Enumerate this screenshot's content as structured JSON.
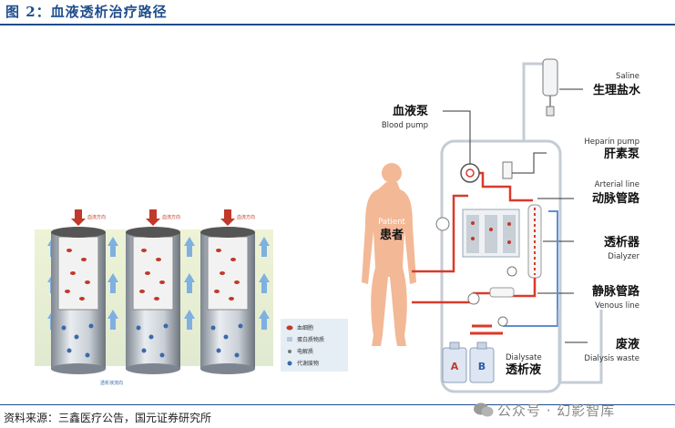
{
  "figure": {
    "title": "图 2：血液透析治疗路径",
    "source": "资料来源：三鑫医疗公告，国元证券研究所",
    "watermark": "公众号 · 幻影智库"
  },
  "left_panel": {
    "flow_labels": [
      "血流方向",
      "血流方向",
      "血流方向"
    ],
    "dialysate_flow_label": "透析液流向",
    "legend": [
      "血细胞",
      "蛋白质物质",
      "电解质",
      "代谢废物"
    ]
  },
  "right_panel": {
    "saline": {
      "en": "Saline",
      "zh": "生理盐水"
    },
    "blood_pump": {
      "zh": "血液泵",
      "en": "Blood pump"
    },
    "heparin_pump": {
      "en": "Heparin pump",
      "zh": "肝素泵"
    },
    "arterial_line": {
      "en": "Arterial line",
      "zh": "动脉管路"
    },
    "patient": {
      "en": "Patient",
      "zh": "患者"
    },
    "dialyzer": {
      "zh": "透析器",
      "en": "Dialyzer"
    },
    "venous_line": {
      "zh": "静脉管路",
      "en": "Venous line"
    },
    "dialysis_waste": {
      "zh": "废液",
      "en": "Dialysis waste"
    },
    "dialysate": {
      "en": "Dialysate",
      "zh": "透析液"
    },
    "canister_a": "A",
    "canister_b": "B"
  },
  "colors": {
    "title_blue": "#1f4e8c",
    "blood_red": "#d93a2b",
    "tube_gray": "#9aa5b1",
    "legend_bg": "#e6eef5"
  }
}
